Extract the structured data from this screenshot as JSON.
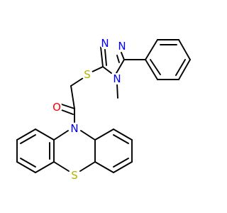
{
  "structure": {
    "atoms": [
      {
        "id": "O1",
        "symbol": "O",
        "color": "#ff0000"
      },
      {
        "id": "N10",
        "symbol": "N",
        "color": "#0000ff"
      },
      {
        "id": "S5",
        "symbol": "S",
        "color": "#b2b200"
      },
      {
        "id": "Slink",
        "symbol": "S",
        "color": "#b2b200"
      },
      {
        "id": "N4",
        "symbol": "N",
        "color": "#0000ff"
      },
      {
        "id": "N1",
        "symbol": "N",
        "color": "#0000ff"
      },
      {
        "id": "N2",
        "symbol": "N",
        "color": "#0000ff"
      },
      {
        "id": "Me",
        "symbol": "",
        "color": "#000000"
      }
    ],
    "methyl_label": ""
  },
  "colors": {
    "bond": "#000000",
    "nitrogen": "#0000ff",
    "oxygen": "#ff0000",
    "sulfur": "#b2b200"
  }
}
